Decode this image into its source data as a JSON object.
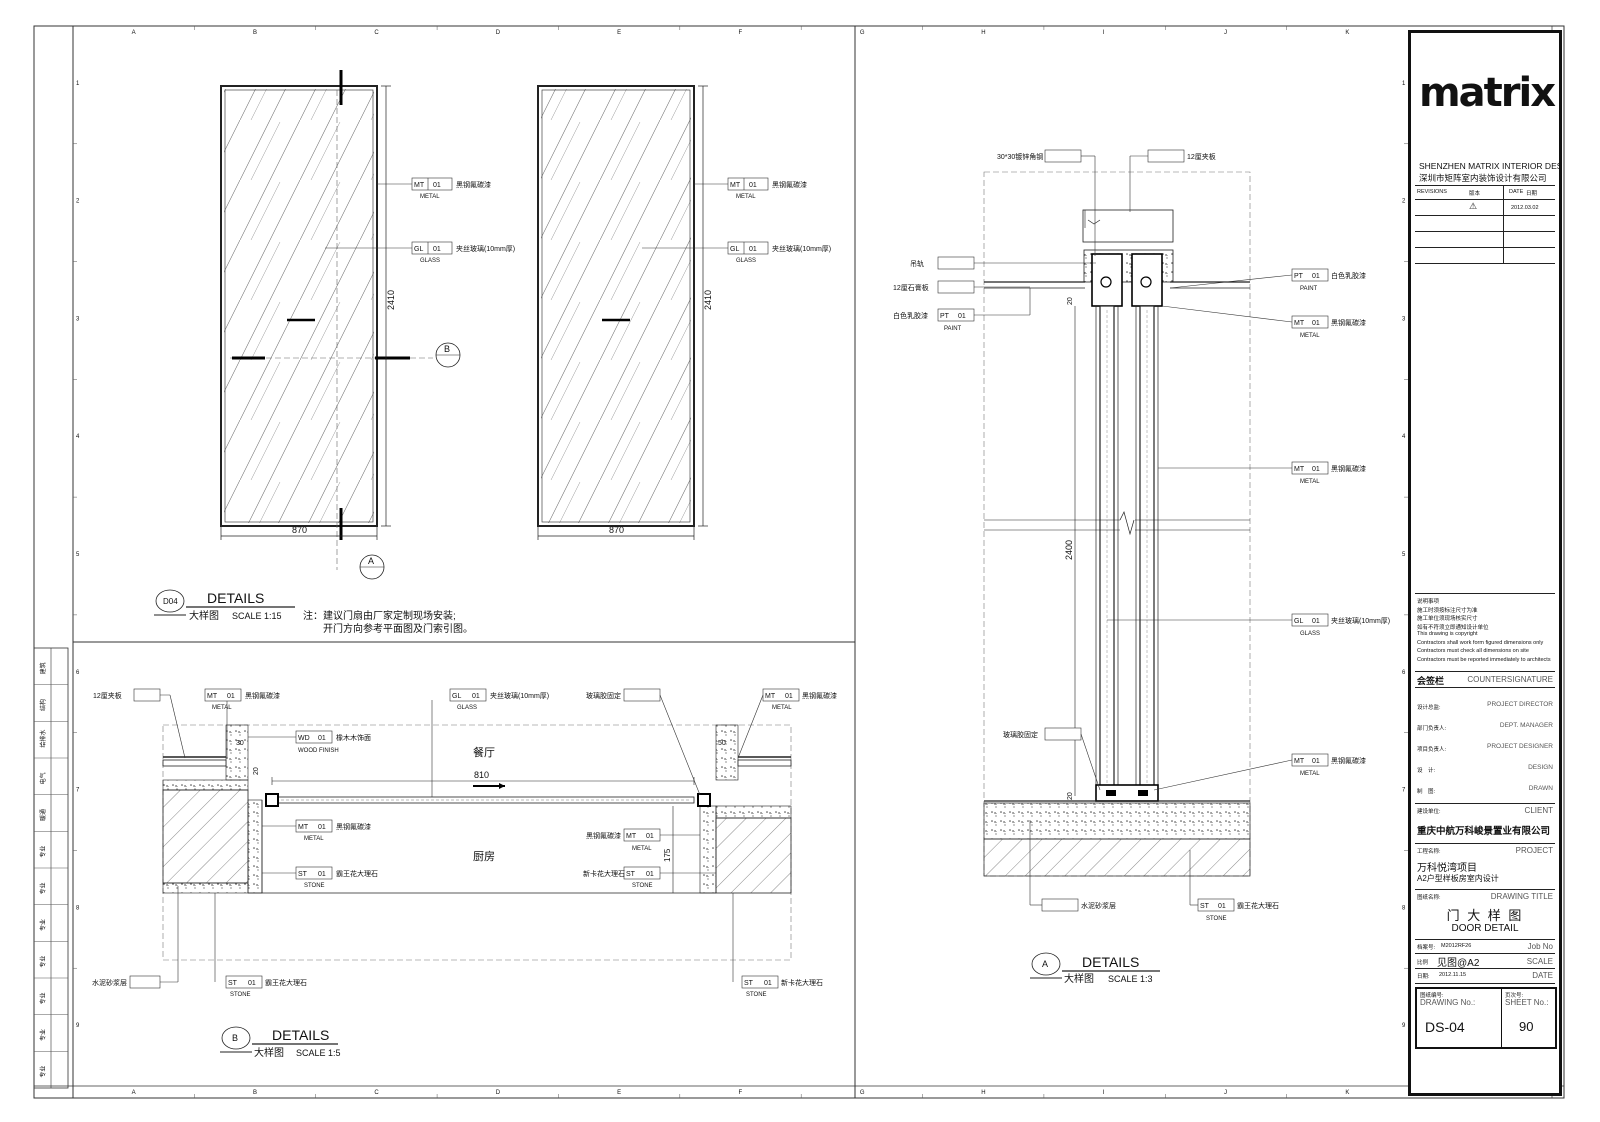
{
  "grid": {
    "top_letters": [
      "A",
      "B",
      "C",
      "D",
      "E",
      "F",
      "G",
      "H",
      "I",
      "J",
      "K"
    ],
    "side_numbers": [
      "1",
      "2",
      "3",
      "4",
      "5",
      "6",
      "7",
      "8",
      "9"
    ]
  },
  "view_d04": {
    "title": "DETAILS",
    "badge": "D04",
    "subtitle": "大样图",
    "scale": "SCALE  1:15",
    "note_line1": "注：建议门扇由厂家定制现场安装;",
    "note_line2": "开门方向参考平面图及门索引图。",
    "height_dim": "2410",
    "width_dim": "870",
    "section_b": "B",
    "section_a": "A",
    "tags": [
      {
        "code": "MT",
        "num": "01",
        "text": "黑钢氟碳漆",
        "sub": "METAL"
      },
      {
        "code": "GL",
        "num": "01",
        "text": "夹丝玻璃(10mm厚)",
        "sub": "GLASS"
      }
    ]
  },
  "view_b": {
    "title": "DETAILS",
    "badge": "B",
    "subtitle": "大样图",
    "scale": "SCALE  1:5",
    "room_dining": "餐厅",
    "room_kitchen": "厨房",
    "dim_810": "810",
    "dim_175": "175",
    "dim_20": "20",
    "dim_50": "50",
    "dim_30": "30",
    "labels": {
      "plywood": "12厘夹板",
      "metal_tl": "黑钢氟碳漆",
      "metal_tl_sub": "METAL",
      "glass": "夹丝玻璃(10mm厚)",
      "glass_sub": "GLASS",
      "glass_fix": "玻璃胶固定",
      "metal_tr": "黑钢氟碳漆",
      "metal_tr_sub": "METAL",
      "wood": "橡木木饰面",
      "wood_sub": "WOOD FINISH",
      "metal_mid": "黑钢氟碳漆",
      "metal_mid_sub": "METAL",
      "metal_r": "黑钢氟碳漆",
      "metal_r_sub": "METAL",
      "stone_mid": "霸王花大理石",
      "stone_mid_sub": "STONE",
      "stone_r": "新卡花大理石",
      "stone_r_sub": "STONE",
      "mortar": "水泥砂浆层",
      "stone_bl": "霸王花大理石",
      "stone_bl_sub": "STONE",
      "stone_br": "新卡花大理石",
      "stone_br_sub": "STONE"
    }
  },
  "view_a": {
    "title": "DETAILS",
    "badge": "A",
    "subtitle": "大样图",
    "scale": "SCALE  1:3",
    "dim_2400": "2400",
    "dim_20": "20",
    "labels": {
      "steel_angle": "30*30镀锌角钢",
      "plywood_top": "12厘夹板",
      "track": "吊轨",
      "plywood_side": "12厘石膏板",
      "paint_left": "白色乳胶漆",
      "paint_left_sub": "PAINT",
      "paint_right": "白色乳胶漆",
      "paint_right_sub": "PAINT",
      "metal_1": "黑钢氟碳漆",
      "metal_1_sub": "METAL",
      "metal_2": "黑钢氟碳漆",
      "metal_2_sub": "METAL",
      "glass": "夹丝玻璃(10mm厚)",
      "glass_sub": "GLASS",
      "glass_fix": "玻璃胶固定",
      "metal_3": "黑钢氟碳漆",
      "metal_3_sub": "METAL",
      "mortar": "水泥砂浆层",
      "stone": "霸王花大理石",
      "stone_sub": "STONE"
    }
  },
  "title_block": {
    "logo": "matrix",
    "company_en": "SHENZHEN MATRIX INTERIOR DESIGN CO.,LTD",
    "company_cn": "深圳市矩阵室内装饰设计有限公司",
    "revisions": "REVISIONS",
    "revisions_cn": "版本",
    "date_head": "DATE",
    "date_head_cn": "日期",
    "rev_symbol": "⚠",
    "rev_date": "2012.03.02",
    "notes": [
      "说明事项",
      "施工时须按标注尺寸为准",
      "施工单位须现场核实尺寸",
      "如有不符须立即通知设计单位",
      "This drawing is copyright",
      "Contractors shall work form figured dimensions only",
      "Contractors must check all dimensions on site",
      "Contractors must be reported immediately to architects"
    ],
    "countersign_cn": "会签栏",
    "countersign_en": "COUNTERSIGNATURE",
    "roles": [
      {
        "cn": "设计总监:",
        "en": "PROJECT DIRECTOR"
      },
      {
        "cn": "部门负责人:",
        "en": "DEPT. MANAGER"
      },
      {
        "cn": "项目负责人:",
        "en": "PROJECT DESIGNER"
      },
      {
        "cn": "设　计:",
        "en": "DESIGN"
      },
      {
        "cn": "制　图:",
        "en": "DRAWN"
      }
    ],
    "client_cn": "建设单位:",
    "client_en": "CLIENT",
    "client_name": "重庆中航万科峻景置业有限公司",
    "project_cn": "工程名称:",
    "project_en": "PROJECT",
    "project_line1": "万科悦湾项目",
    "project_line2": "A2户型样板房室内设计",
    "drawing_title_cn": "图纸名称:",
    "drawing_title_en": "DRAWING TITLE",
    "title_cn": "门 大 样 图",
    "title_en": "DOOR DETAIL",
    "job_cn": "档案号:",
    "job_value": "M2012RF26",
    "job_en": "Job No",
    "scale_cn": "比例",
    "scale_value": "见图@A2",
    "scale_en": "SCALE",
    "date_cn": "日期:",
    "date_value": "2012.11.15",
    "date_en": "DATE",
    "drawing_no_cn": "图纸编号:",
    "drawing_no_en": "DRAWING No.:",
    "drawing_no": "DS-04",
    "sheet_cn": "页次号:",
    "sheet_en": "SHEET No.:",
    "sheet_no": "90"
  },
  "left_strip": [
    "建筑",
    "结构",
    "给排水",
    "电气",
    "暖通",
    "专业",
    "专业",
    "专业",
    "专业",
    "专业",
    "专业",
    "专业"
  ]
}
